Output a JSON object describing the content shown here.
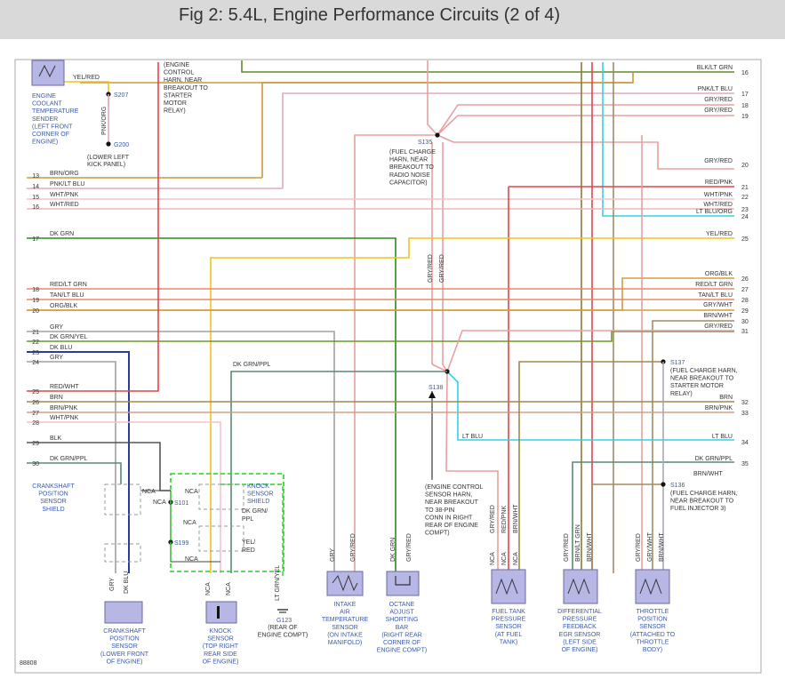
{
  "title": "Fig 2: 5.4L, Engine Performance Circuits (2 of 4)",
  "figure_id": "88808",
  "colors": {
    "blk_lt_grn": "#5f8a26",
    "pnk_lt_blu": "#e3a8c4",
    "gry_red": "#e8a0a0",
    "brn_org": "#c69a3c",
    "wht_pnk": "#f2c4cc",
    "wht_red": "#f0b6b6",
    "red": "#e24646",
    "lt_blu_org": "#33d2e4",
    "dk_grn": "#2b8a1e",
    "yel_red": "#f2c21c",
    "org_blk": "#d89a3c",
    "tan_lt_blu": "#e88a6a",
    "gry_wht": "#a8a8b8",
    "brn_wht": "#a28a62",
    "dk_grn_yel": "#6a9a28",
    "dk_blu": "#2b3c9a",
    "gry": "#a0a0a0",
    "brn": "#a08850",
    "brn_pnk": "#d0a08a",
    "blk": "#555555",
    "dk_grn_ppl": "#5a8a70",
    "shield": "#2ad02a",
    "component_fill": "#b7b7e6",
    "label_blue": "#3a5aa8"
  },
  "pin_numbers_left": [
    "13",
    "14",
    "15",
    "16",
    "17",
    "18",
    "19",
    "20",
    "21",
    "22",
    "23",
    "24",
    "25",
    "26",
    "27",
    "28",
    "29",
    "30"
  ],
  "pin_numbers_right": [
    "16",
    "17",
    "18",
    "19",
    "20",
    "21",
    "22",
    "23",
    "24",
    "25",
    "26",
    "27",
    "28",
    "29",
    "30",
    "31",
    "32",
    "33",
    "34",
    "35"
  ],
  "wire_labels_left": {
    "p13": "BRN/ORG",
    "p14": "PNK/LT BLU",
    "p15": "WHT/PNK",
    "p16": "WHT/RED",
    "p17": "DK GRN",
    "p18": "RED/LT GRN",
    "p19": "TAN/LT BLU",
    "p20": "ORG/BLK",
    "p21": "GRY",
    "p22": "DK GRN/YEL",
    "p23": "DK BLU",
    "p24": "GRY",
    "p25": "RED/WHT",
    "p26": "BRN",
    "p27": "BRN/PNK",
    "p28": "WHT/PNK",
    "p29": "BLK",
    "p30": "DK GRN/PPL"
  },
  "wire_labels_right": {
    "blk_lt_grn": "BLK/LT GRN",
    "pnk_lt_blu": "PNK/LT BLU",
    "gry_red": "GRY/RED",
    "red_pnk": "RED/PNK",
    "wht_pnk": "WHT/PNK",
    "wht_red": "WHT/RED",
    "lt_blu_org": "LT BLU/ORG",
    "yel_red": "YEL/RED",
    "org_blk": "ORG/BLK",
    "red_lt_grn": "RED/LT GRN",
    "tan_lt_blu": "TAN/LT BLU",
    "gry_wht": "GRY/WHT",
    "brn_wht": "BRN/WHT",
    "brn": "BRN",
    "brn_pnk": "BRN/PNK",
    "lt_blu": "LT BLU",
    "dk_grn_ppl": "DK GRN/PPL"
  },
  "wire_labels_misc": {
    "yel_red": "YEL/RED",
    "pnk_org": "PNK/ORG",
    "gry_red": "GRY/RED",
    "dk_grn_ppl": "DK GRN/PPL",
    "dk_grn_ppl2": "DK GRN/",
    "ppl": "PPL",
    "yel": "YEL/",
    "red": "RED",
    "gry": "GRY",
    "dk_grn": "DK GRN",
    "dk_blu": "DK BLU",
    "nca": "NCA",
    "lt_grn_yel": "LT GRN/YEL",
    "red_pnk": "RED/PNK",
    "brn_wht": "BRN/WHT",
    "brn_lt_grn": "BRN/LT GRN",
    "gry_wht": "GRY/WHT",
    "brn_wht_arrow": "BRN/WHT"
  },
  "splices": {
    "s207": "S207",
    "g200": "G200",
    "s135": "S135",
    "s138": "S138",
    "s137": "S137",
    "s136": "S136",
    "s101": "S101",
    "s199": "S199",
    "g123": "G123"
  },
  "notes": {
    "engine_control_top": [
      "(ENGINE",
      "CONTROL",
      "HARN, NEAR",
      "BREAKOUT TO",
      "STARTER",
      "MOTOR",
      "RELAY)"
    ],
    "g200_note": [
      "(LOWER LEFT",
      "KICK PANEL)"
    ],
    "s135_note": [
      "(FUEL CHARGE",
      "HARN, NEAR",
      "BREAKOUT TO",
      "RADIO NOISE",
      "CAPACITOR)"
    ],
    "s137_note": [
      "(FUEL CHARGE HARN,",
      "NEAR BREAKOUT TO",
      "STARTER MOTOR",
      "RELAY)"
    ],
    "s136_note": [
      "(FUEL CHARGE HARN,",
      "NEAR BREAKOUT TO",
      "FUEL INJECTOR 3)"
    ],
    "s138_note": [
      "(ENGINE CONTROL",
      "SENSOR HARN,",
      "NEAR BREAKOUT",
      "TO 38-PIN",
      "CONN IN RIGHT",
      "REAR OF ENGINE",
      "COMPT)"
    ],
    "g123_note": [
      "(REAR OF",
      "ENGINE COMPT)"
    ]
  },
  "components": {
    "ect": [
      "ENGINE",
      "COOLANT",
      "TEMPERATURE",
      "SENDER",
      "(LEFT FRONT",
      "CORNER OF",
      "ENGINE)"
    ],
    "ckp_shield": [
      "CRANKSHAFT",
      "POSITION",
      "SENSOR",
      "SHIELD"
    ],
    "ckp": [
      "CRANKSHAFT",
      "POSITION",
      "SENSOR",
      "(LOWER FRONT",
      "OF ENGINE)"
    ],
    "ks_shield": [
      "KNOCK",
      "SENSOR",
      "SHIELD"
    ],
    "ks": [
      "KNOCK",
      "SENSOR",
      "(TOP RIGHT",
      "REAR SIDE",
      "OF ENGINE)"
    ],
    "iat": [
      "INTAKE",
      "AIR",
      "TEMPERATURE",
      "SENSOR",
      "(ON INTAKE",
      "MANIFOLD)"
    ],
    "octane": [
      "OCTANE",
      "ADJUST",
      "SHORTING",
      "BAR",
      "(RIGHT REAR",
      "CORNER OF",
      "ENGINE COMPT)"
    ],
    "ftp": [
      "FUEL TANK",
      "PRESSURE",
      "SENSOR",
      "(AT FUEL",
      "TANK)"
    ],
    "dpfe": [
      "DIFFERENTIAL",
      "PRESSURE",
      "FEEDBACK",
      "EGR SENSOR",
      "(LEFT SIDE",
      "OF ENGINE)"
    ],
    "tps": [
      "THROTTLE",
      "POSITION",
      "SENSOR",
      "(ATTACHED TO",
      "THROTTLE",
      "BODY)"
    ]
  }
}
